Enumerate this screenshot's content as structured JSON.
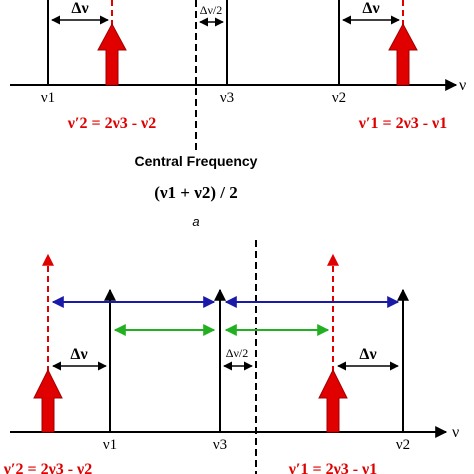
{
  "colors": {
    "axis": "#000000",
    "red": "#e00000",
    "blue": "#1a1aa8",
    "green": "#22b022"
  },
  "panel_a": {
    "axis_symbol": "ν",
    "labels": {
      "nu1": "ν1",
      "nu3": "ν3",
      "nu2": "ν2",
      "delta_nu_left": "Δν",
      "delta_nu_half": "Δν/2",
      "delta_nu_right": "Δν",
      "nu2_prime_eq": "ν′2 = 2ν3 - ν2",
      "nu1_prime_eq": "ν′1 = 2ν3 - ν1",
      "central_frequency": "Central Frequency",
      "central_formula": "(ν1 + ν2) / 2",
      "panel_label": "a"
    }
  },
  "panel_b": {
    "axis_symbol": "ν",
    "labels": {
      "nu1": "ν1",
      "nu3": "ν3",
      "nu2": "ν2",
      "delta_nu_left": "Δν",
      "delta_nu_half": "Δν/2",
      "delta_nu_right": "Δν",
      "nu2_prime_eq": "ν′2 = 2ν3 - ν2",
      "nu1_prime_eq": "ν′1 = 2ν3 - ν1"
    }
  }
}
